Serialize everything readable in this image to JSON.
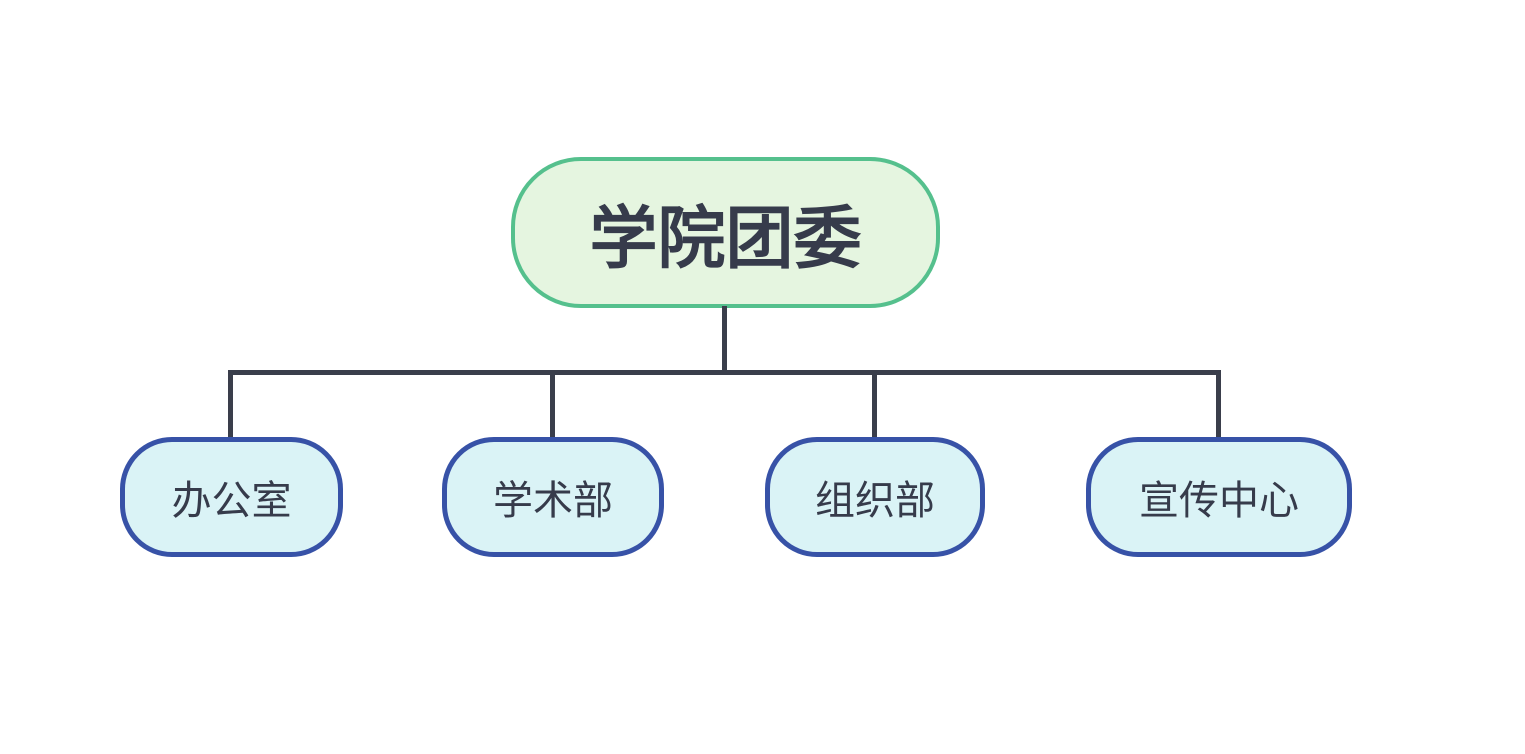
{
  "diagram": {
    "type": "org-chart",
    "root": {
      "label": "学院团委"
    },
    "children": [
      {
        "label": "办公室"
      },
      {
        "label": "学术部"
      },
      {
        "label": "组织部"
      },
      {
        "label": "宣传中心"
      }
    ],
    "colors": {
      "background": "#ffffff",
      "root_fill": "#e5f5e0",
      "root_border": "#55c08d",
      "child_fill": "#daf3f6",
      "child_border": "#3752a7",
      "connector": "#3a3e4b",
      "text": "#363b4b"
    }
  }
}
